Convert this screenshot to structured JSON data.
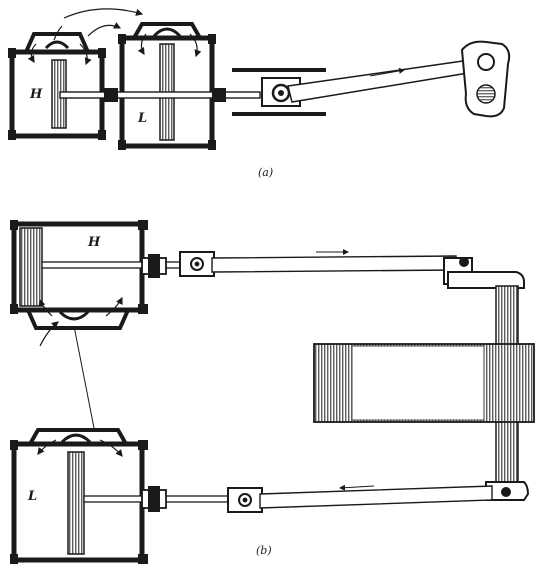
{
  "figure_a": {
    "caption": "(a)",
    "high_pressure_label": "H",
    "low_pressure_label": "L"
  },
  "figure_b": {
    "caption": "(b)",
    "high_pressure_label": "H",
    "low_pressure_label": "L"
  },
  "colors": {
    "ink": "#1a1a1a",
    "paper": "#ffffff"
  }
}
